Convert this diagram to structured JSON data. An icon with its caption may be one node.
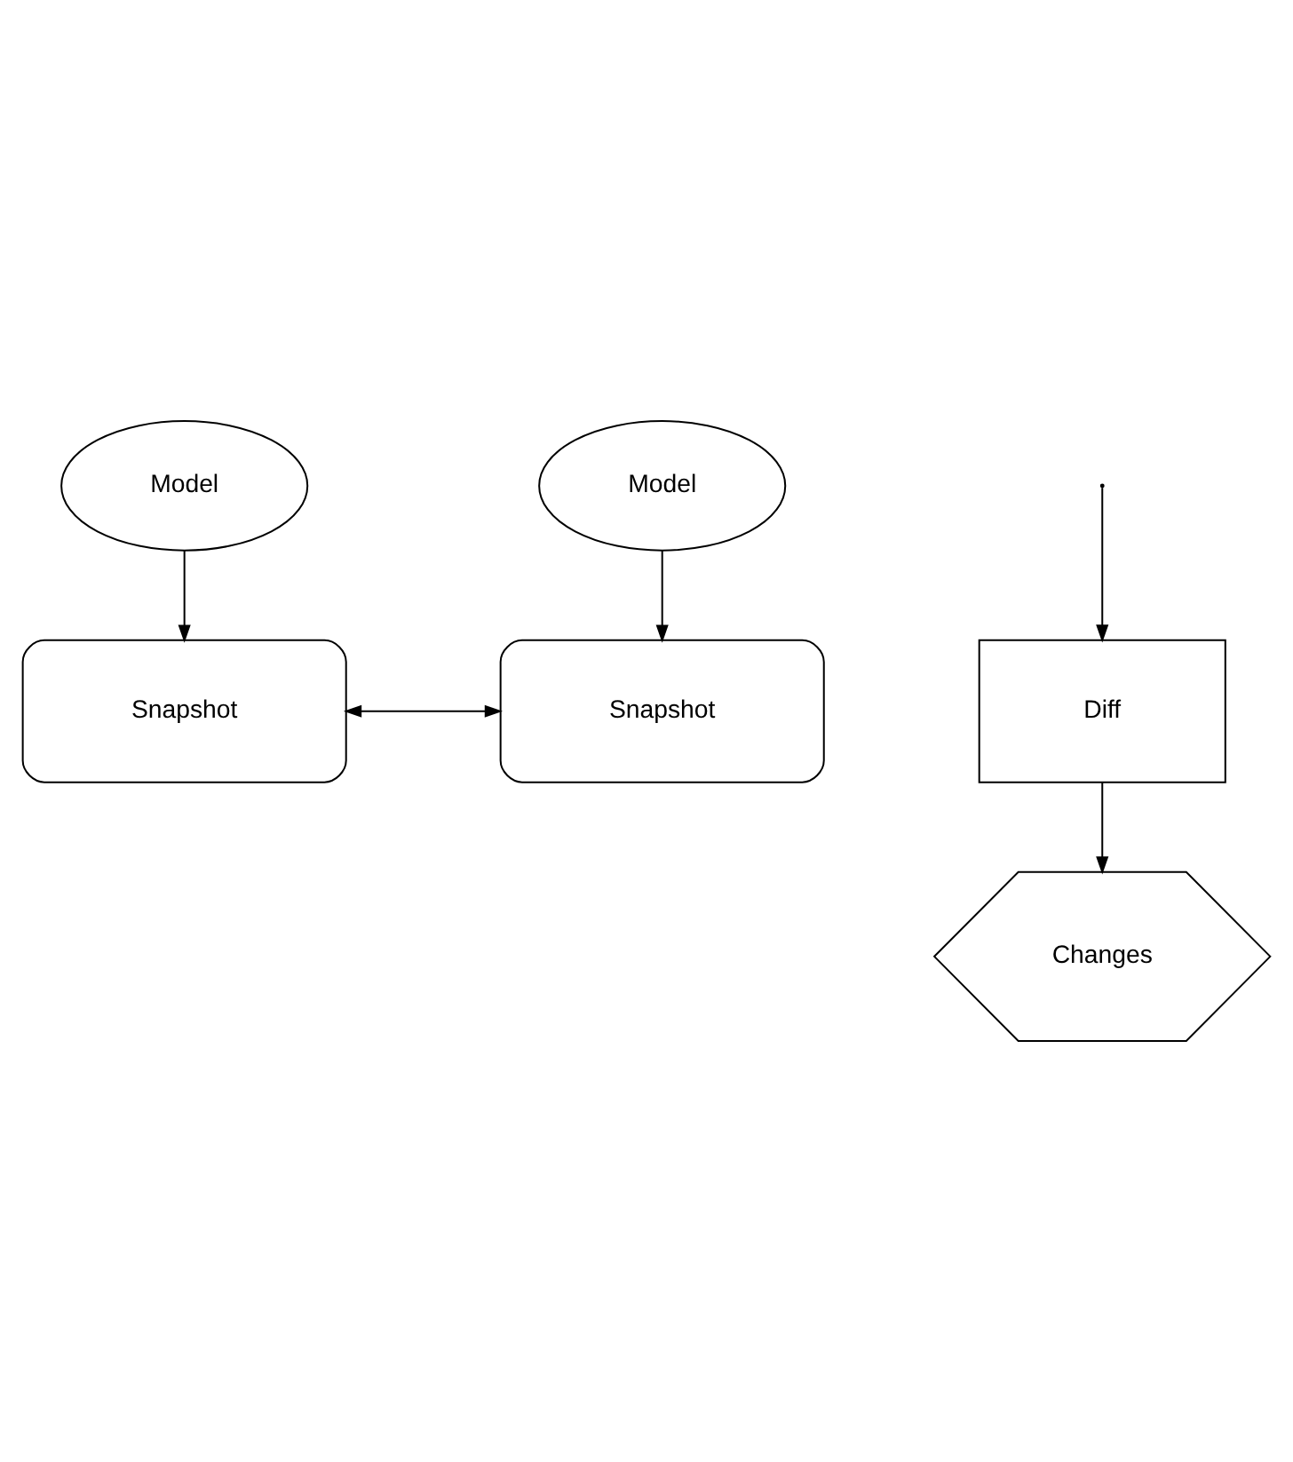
{
  "diagram": {
    "nodes": [
      {
        "text": [
          "Model"
        ]
      },
      {
        "text": [
          "Model"
        ]
      },
      {
        "text": [
          "Snapshot"
        ]
      },
      {
        "text": [
          "Snapshot"
        ]
      },
      {
        "text": [
          "Diff"
        ]
      },
      {
        "text": [
          "Changes"
        ]
      }
    ],
    "edges": [
      {
        "from": 0,
        "to": 2,
        "arrow": "to"
      },
      {
        "from": 1,
        "to": 3,
        "arrow": "to"
      },
      {
        "from": 2,
        "to": 3,
        "arrow": "both"
      },
      {
        "from": null,
        "to": 4,
        "arrow": "to"
      },
      {
        "from": 4,
        "to": 5,
        "arrow": "to"
      }
    ]
  }
}
